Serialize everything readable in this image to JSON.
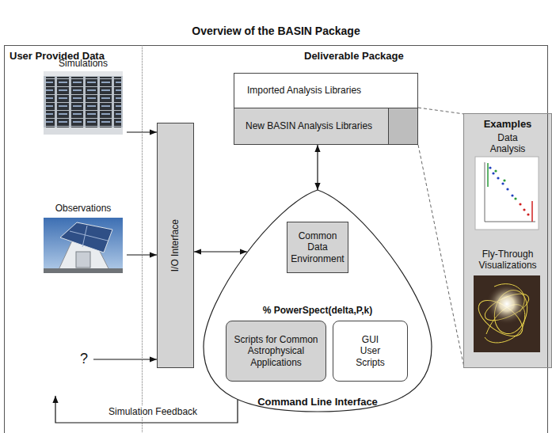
{
  "diagram": {
    "title": "Overview of the BASIN Package",
    "nodes": [
      {
        "text": [
          "User Provided Data"
        ]
      },
      {
        "text": [
          "Deliverable Package"
        ]
      },
      {
        "text": [
          "Simulations"
        ],
        "in": 0
      },
      {
        "text": [
          "Observations"
        ],
        "in": 0
      },
      {
        "text": [
          "?"
        ],
        "in": 0
      },
      {
        "text": [
          "I/O Interface"
        ],
        "in": 1
      },
      {
        "text": [
          "Imported Analysis Libraries"
        ],
        "in": 1
      },
      {
        "text": [
          "New BASIN Analysis Libraries"
        ],
        "in": 1
      },
      {
        "text": [
          "Command Line Interface"
        ],
        "in": 1
      },
      {
        "text": [
          "Common Data Environment"
        ],
        "in": 8
      },
      {
        "text": [
          "% PowerSpect(delta,P,k)"
        ],
        "in": 8
      },
      {
        "text": [
          "Scripts for Common Astrophysical Applications"
        ],
        "in": 8
      },
      {
        "text": [
          "GUI User Scripts"
        ],
        "in": 8
      },
      {
        "text": [
          "Examples",
          "Data Analysis",
          "Fly-Through Visualizations"
        ],
        "in": 1
      }
    ],
    "edges": [
      {
        "from": 2,
        "to": 5,
        "arrow": "to"
      },
      {
        "from": 3,
        "to": 5,
        "arrow": "to"
      },
      {
        "from": 4,
        "to": 5,
        "arrow": "to"
      },
      {
        "from": 5,
        "to": 8,
        "arrow": "both"
      },
      {
        "from": 7,
        "to": 8,
        "arrow": "both"
      },
      {
        "from": 9,
        "to": 10,
        "arrow": "both"
      },
      {
        "from": 8,
        "to": 0,
        "label": "Simulation Feedback",
        "arrow": "to"
      }
    ]
  }
}
